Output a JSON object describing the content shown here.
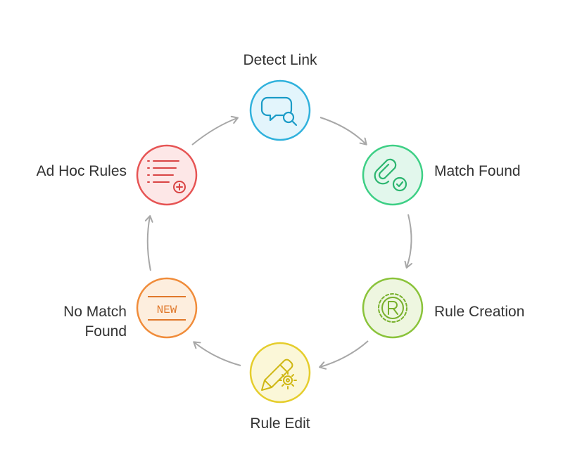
{
  "nodes": [
    {
      "id": "detect-link",
      "label": "Detect Link",
      "icon": "chat-search-icon",
      "fill": "#e3f5fc",
      "stroke": "#2fb1dc",
      "icon_color": "#1a9bc7"
    },
    {
      "id": "match-found",
      "label": "Match Found",
      "icon": "paperclip-check-icon",
      "fill": "#e2f7ec",
      "stroke": "#3dcf85",
      "icon_color": "#2bb56f"
    },
    {
      "id": "rule-creation",
      "label": "Rule Creation",
      "icon": "gear-r-icon",
      "fill": "#eef6e0",
      "stroke": "#8ac33a",
      "icon_color": "#78b02c"
    },
    {
      "id": "rule-edit",
      "label": "Rule Edit",
      "icon": "pencil-gear-icon",
      "fill": "#fbf7d8",
      "stroke": "#e5cd2c",
      "icon_color": "#cfb713"
    },
    {
      "id": "no-match-found",
      "label": [
        "No Match",
        "Found"
      ],
      "icon": "new-tag-icon",
      "fill": "#fdeede",
      "stroke": "#f08c3a",
      "icon_color": "#e0782a"
    },
    {
      "id": "ad-hoc-rules",
      "label": "Ad Hoc Rules",
      "icon": "list-add-icon",
      "fill": "#fde7e7",
      "stroke": "#e65454",
      "icon_color": "#d94444"
    }
  ],
  "new_tag_text": "NEW",
  "arrow_color": "#a7a7a7"
}
